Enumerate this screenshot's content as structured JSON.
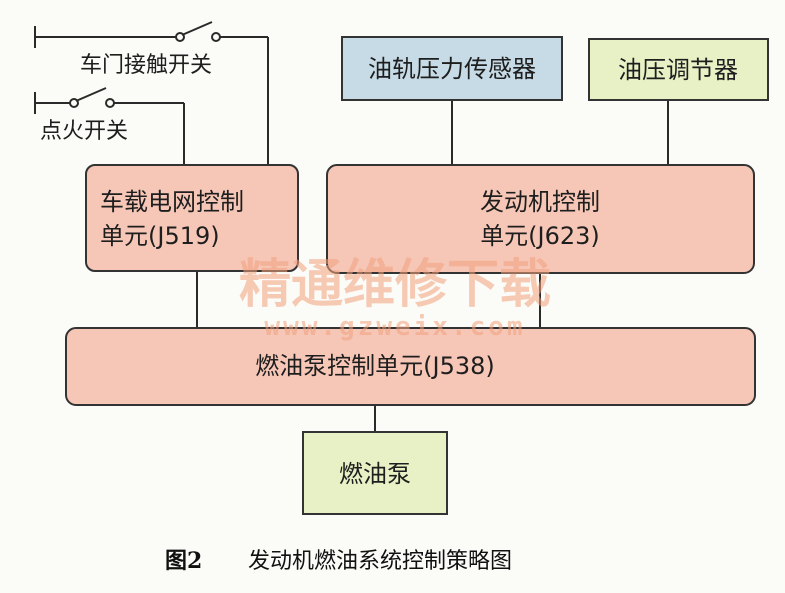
{
  "switches": {
    "door_contact": "车门接触开关",
    "ignition": "点火开关"
  },
  "boxes": {
    "onboard_ecu": {
      "line1": "车载电网控制",
      "line2": "单元(J519)"
    },
    "engine_ecu": {
      "line1": "发动机控制",
      "line2": "单元(J623)"
    },
    "rail_sensor": "油轨压力传感器",
    "pressure_regulator": "油压调节器",
    "pump_ecu": "燃油泵控制单元(J538)",
    "fuel_pump": "燃油泵"
  },
  "watermark": {
    "text": "精通维修下载",
    "url": "www.gzweix.com"
  },
  "caption": {
    "number": "图2",
    "title": "发动机燃油系统控制策略图"
  },
  "colors": {
    "ecu_fill": "#f6c7b7",
    "sensor_fill": "#c6dbe5",
    "regulator_fill": "#e7f1c5",
    "watermark": "#f2a27d"
  }
}
